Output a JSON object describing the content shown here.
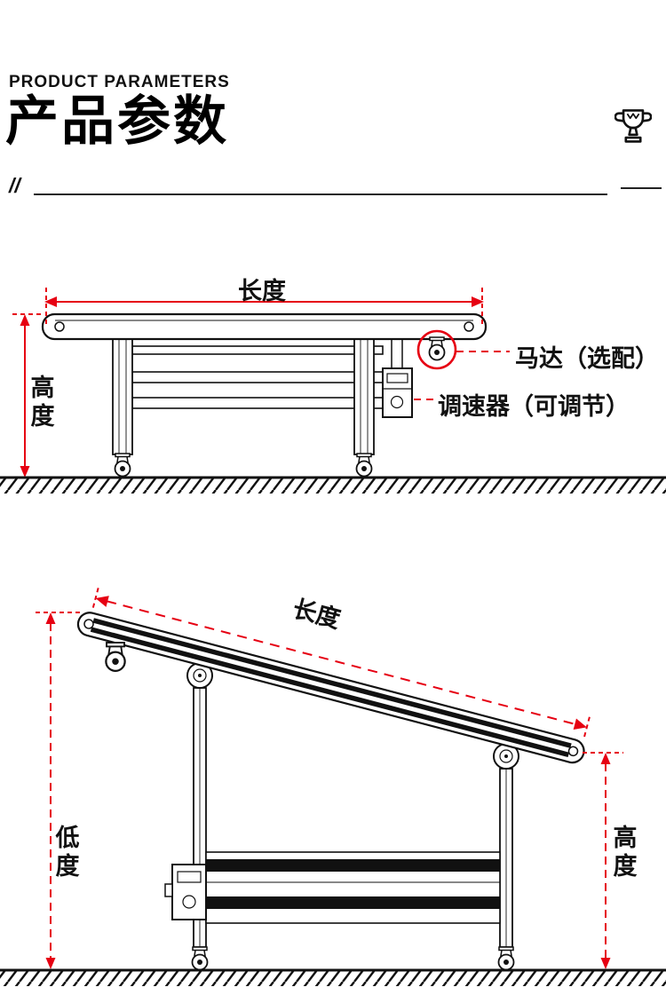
{
  "header": {
    "eyebrow": "PRODUCT PARAMETERS",
    "title": "产品参数",
    "slashes": "//"
  },
  "colors": {
    "accent": "#e60012",
    "ink": "#111111"
  },
  "flat_diagram": {
    "length_label": "长度",
    "height_label": "高度",
    "motor_callout": "马达（选配）",
    "controller_callout": "调速器（可调节）"
  },
  "incline_diagram": {
    "length_label": "长度",
    "low_label": "低度",
    "height_label": "高度"
  }
}
